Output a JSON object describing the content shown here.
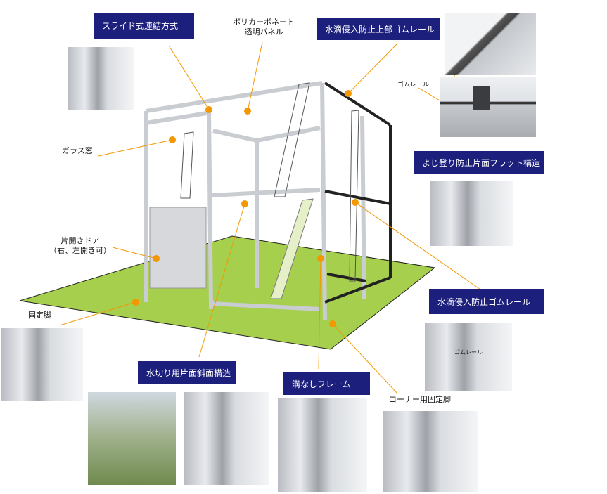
{
  "callouts": {
    "slide_connection": "スライド式連結方式",
    "polycarbonate_line1": "ポリカーボネート",
    "polycarbonate_line2": "透明パネル",
    "top_rubber_rail": "水滴侵入防止上部ゴムレール",
    "rubber_rail": "ゴムレール",
    "glass_window": "ガラス窓",
    "anti_climb": "よじ登り防止片面フラット構造",
    "door_line1": "片開きドア",
    "door_line2": "（右、左開き可）",
    "drip_rubber_rail": "水滴侵入防止ゴムレール",
    "fixed_leg": "固定脚",
    "slope_structure": "水切り用片面斜面構造",
    "grooveless_frame": "溝なしフレーム",
    "corner_leg": "コーナー用固定脚",
    "inset_rubber_rail": "ゴムレール"
  },
  "colors": {
    "accent": "#1c1f7c",
    "marker": "#f39800",
    "floor": "#a5cf4c"
  }
}
